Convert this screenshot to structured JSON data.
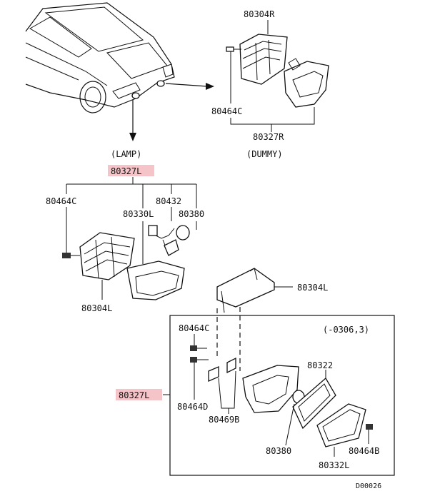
{
  "labels": {
    "p80304R": "80304R",
    "p80464C_r": "80464C",
    "p80327R": "80327R",
    "dummy": "(DUMMY)",
    "lamp": "(LAMP)",
    "p80327L_top": "80327L",
    "p80464C_l": "80464C",
    "p80432": "80432",
    "p80330L": "80330L",
    "p80380_top": "80380",
    "p80304L_left": "80304L",
    "p80304L_right": "80304L",
    "p80464C_box": "80464C",
    "range": "(-0306,3)",
    "p80322": "80322",
    "p80327L_side": "80327L",
    "p80464D": "80464D",
    "p80469B": "80469B",
    "p80380_box": "80380",
    "p80464B": "80464B",
    "p80332L": "80332L",
    "code": "D00026"
  },
  "colors": {
    "highlight": "#f4c4c8",
    "line": "#111111"
  },
  "highlighted_parts": [
    "80327L"
  ]
}
